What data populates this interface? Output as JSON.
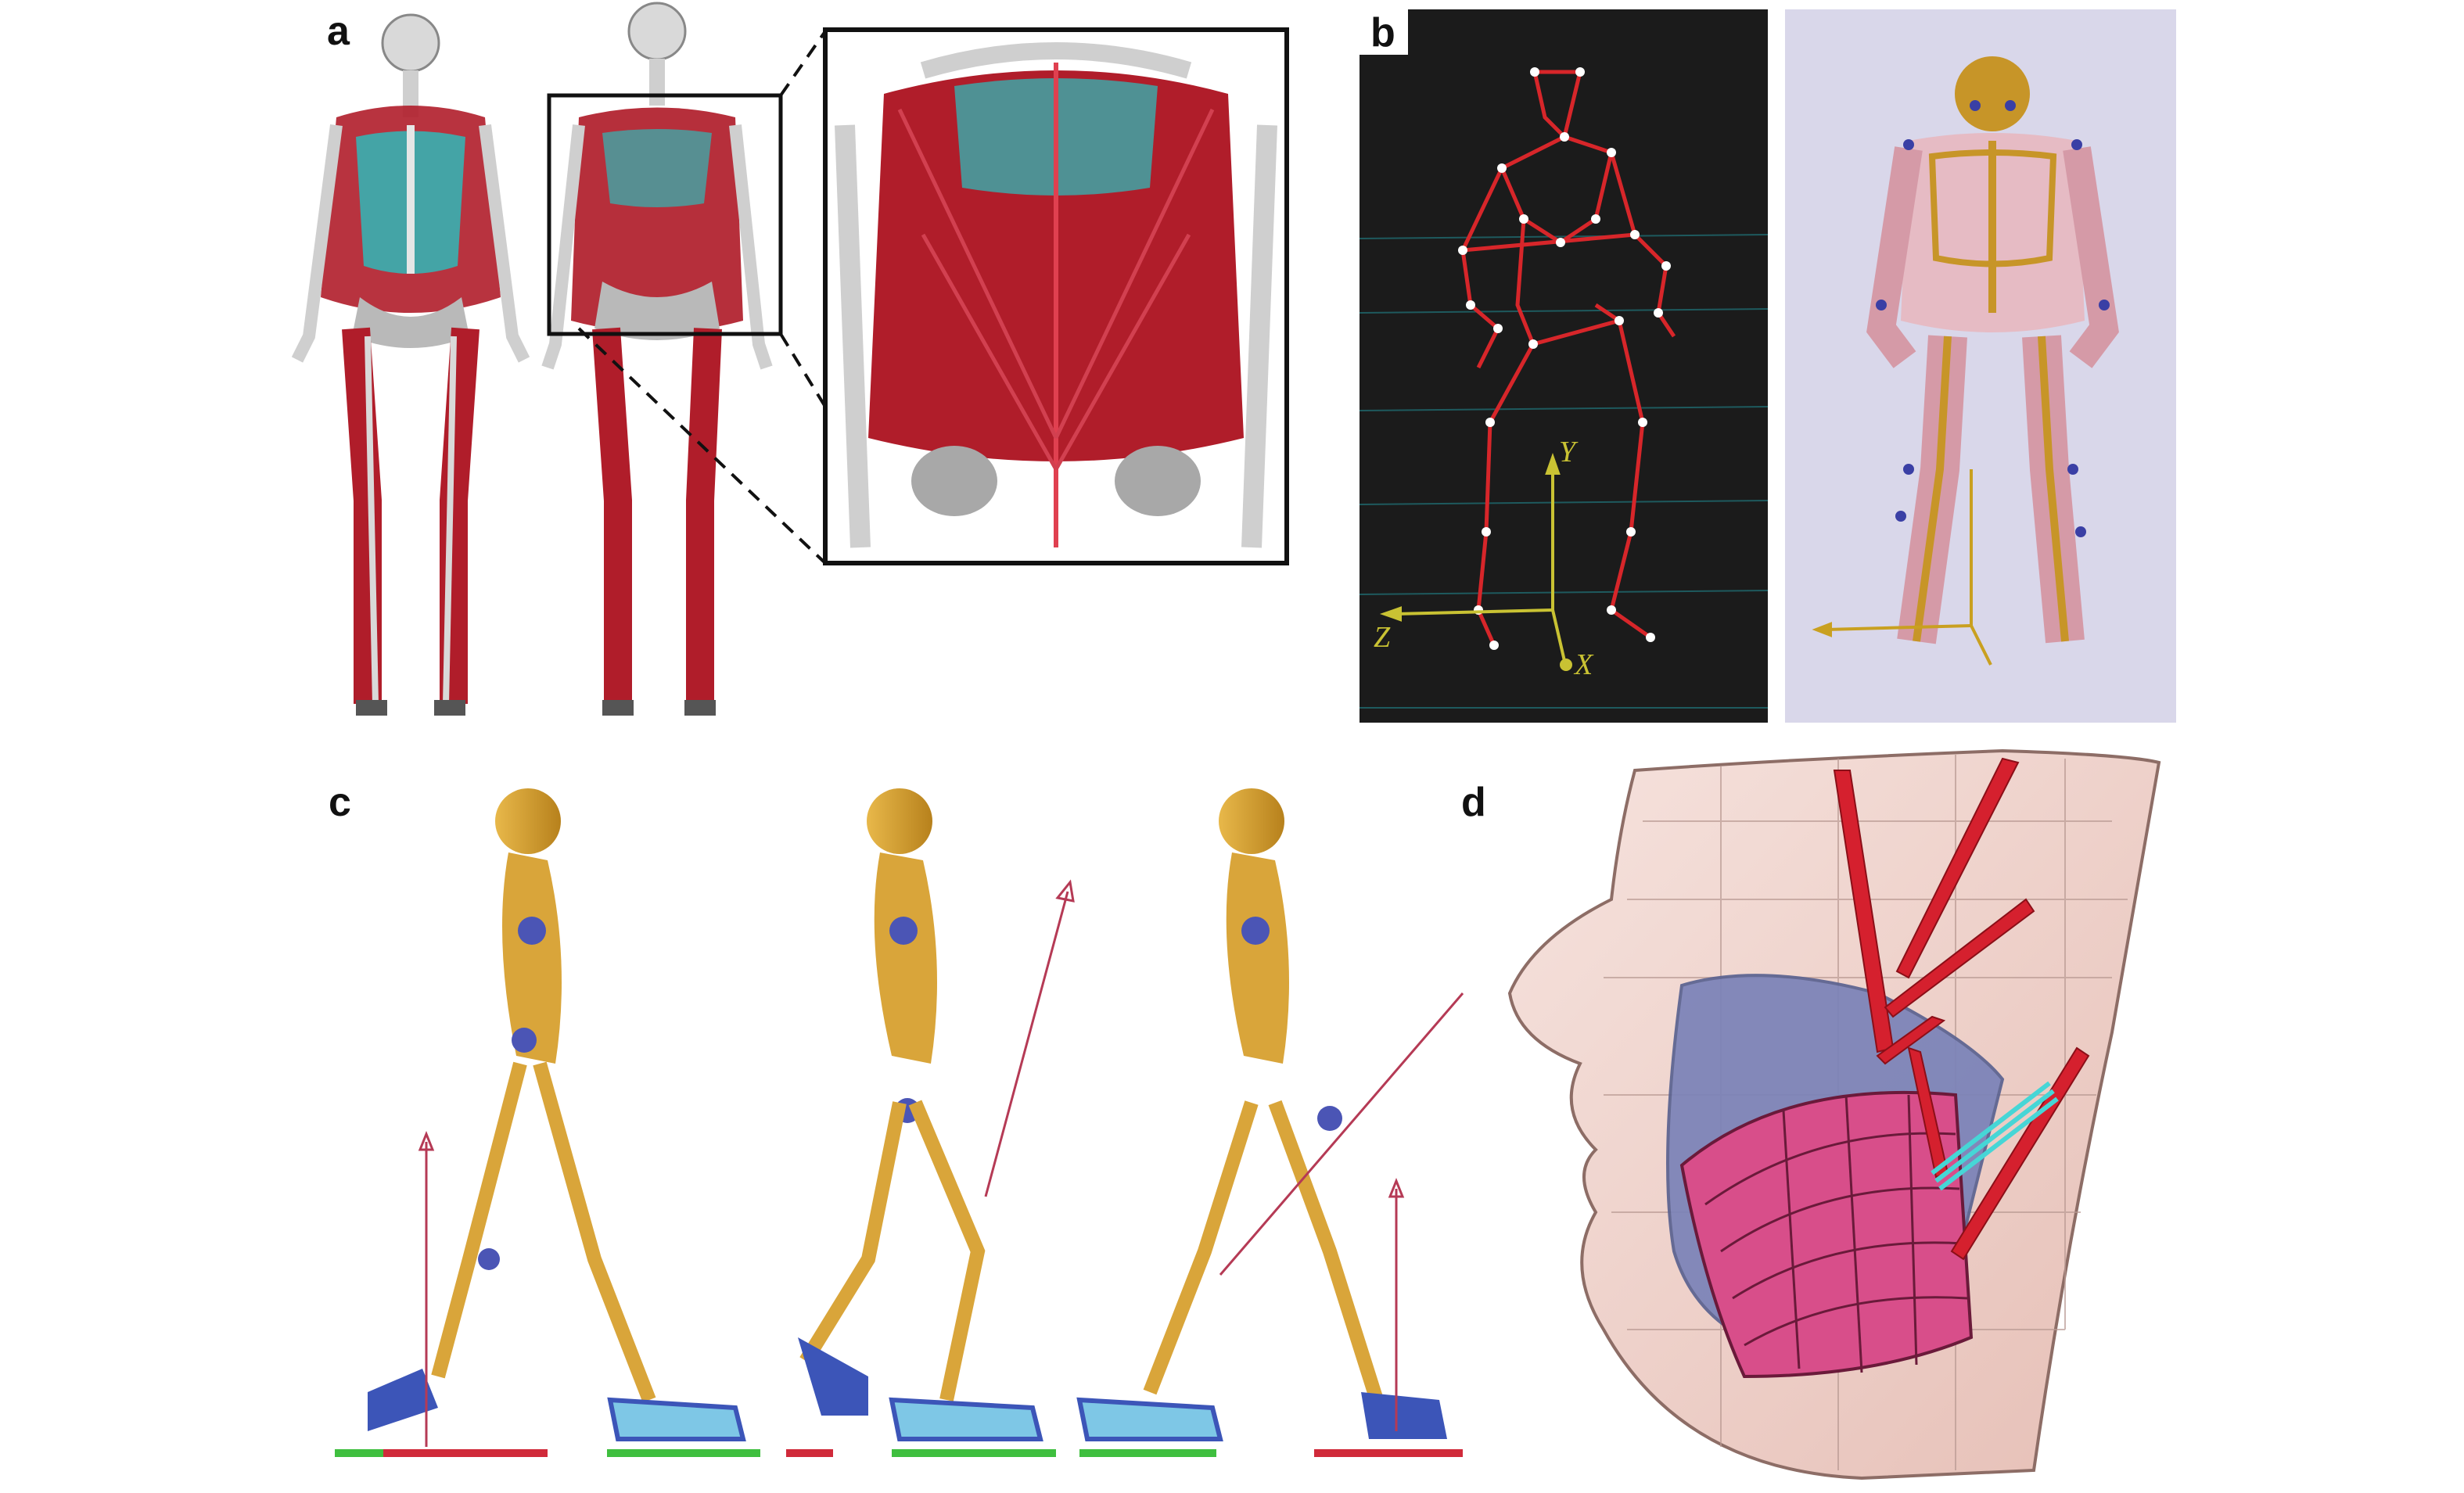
{
  "figure": {
    "panels": [
      {
        "id": "a",
        "label": "a"
      },
      {
        "id": "b",
        "label": "b",
        "axes": {
          "x": "X",
          "y": "Y",
          "z": "Z"
        }
      },
      {
        "id": "c",
        "label": "c"
      },
      {
        "id": "d",
        "label": "d"
      }
    ]
  },
  "colors": {
    "muscle": "#b01d2a",
    "bone": "#d9d9d9",
    "ribcage": "#2fb8b8",
    "gold_bone": "#d9a53a",
    "joint": "#4b55b5",
    "stick": "#d7262a",
    "marker": "#ffffff",
    "axis_yellow": "#c9c233",
    "grid": "#1e5a5e",
    "panel_b_bg": "#1b1b1b",
    "panel_b2_bg": "#d9d7ea",
    "ground_green": "#3fbf3f",
    "ground_red": "#d02a3a",
    "face_skin": "#f2d6cf",
    "tongue": "#d84e8a",
    "jaw": "#7a82b8",
    "face_muscle": "#d5202e",
    "face_muscle_cyan": "#46d6d6"
  }
}
